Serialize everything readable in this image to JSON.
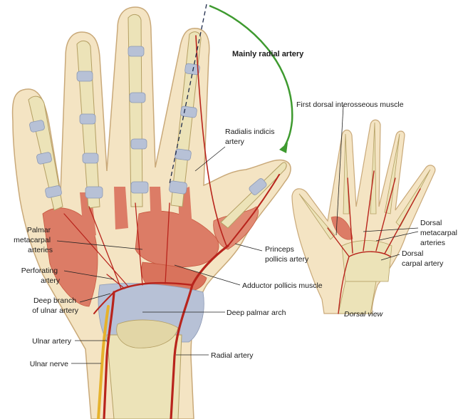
{
  "colors": {
    "skin_fill": "#f4e4c3",
    "skin_outline": "#c9a979",
    "bone": "#ece3b8",
    "bone_outline": "#b49f63",
    "ligament": "#b7c1d6",
    "muscle": "#dc7c66",
    "muscle_dark": "#c7573f",
    "artery": "#b8241c",
    "nerve": "#e6b22c",
    "arrow": "#3e9a2f",
    "leader": "#222222"
  },
  "arrow": {
    "label": "Mainly radial artery"
  },
  "labels": {
    "radialis_indicis": [
      "Radialis indicis",
      "artery"
    ],
    "first_dorsal_interosseous": "First dorsal interosseous muscle",
    "palmar_metacarpal": [
      "Palmar",
      "metacarpal",
      "arteries"
    ],
    "perforating": [
      "Perforating",
      "artery"
    ],
    "deep_branch_ulnar": [
      "Deep branch",
      "of ulnar artery"
    ],
    "ulnar_artery": "Ulnar artery",
    "ulnar_nerve": "Ulnar nerve",
    "princeps_pollicis": [
      "Princeps",
      "pollicis artery"
    ],
    "adductor_pollicis": "Adductor pollicis muscle",
    "deep_palmar_arch": "Deep palmar arch",
    "radial_artery": "Radial artery",
    "dorsal_metacarpal": [
      "Dorsal",
      "metacarpal",
      "arteries"
    ],
    "dorsal_carpal": [
      "Dorsal",
      "carpal artery"
    ]
  },
  "inset": {
    "caption": "Dorsal view"
  }
}
